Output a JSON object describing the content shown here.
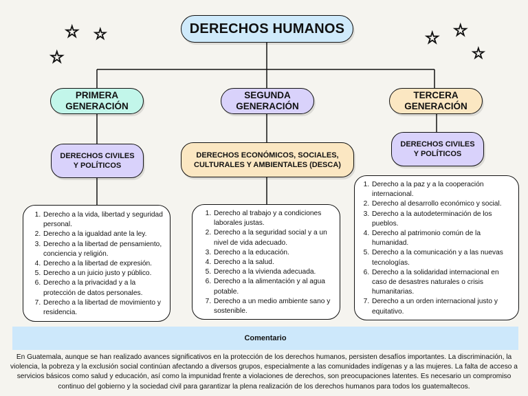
{
  "title": "DERECHOS HUMANOS",
  "generations": [
    {
      "label": "PRIMERA GENERACIÓN",
      "color": "#c2f6ea",
      "category": "DERECHOS CIVILES Y POLÍTICOS",
      "category_color": "#d9d2fb",
      "items": [
        "Derecho a la vida, libertad y seguridad personal.",
        "Derecho a la igualdad ante la ley.",
        "Derecho a la libertad de pensamiento, conciencia y religión.",
        "Derecho a la libertad de expresión.",
        "Derecho a un juicio justo y público.",
        "Derecho a la privacidad y a la protección de datos personales.",
        "Derecho a la libertad de movimiento y residencia."
      ]
    },
    {
      "label": "SEGUNDA GENERACIÓN",
      "color": "#d9d2fb",
      "category": "DERECHOS ECONÓMICOS, SOCIALES, CULTURALES Y AMBIENTALES (DESCA)",
      "category_color": "#fbe7c2",
      "items": [
        "Derecho al trabajo y a condiciones laborales justas.",
        "Derecho a la seguridad social y a un nivel de vida adecuado.",
        "Derecho a la educación.",
        "Derecho a la salud.",
        "Derecho a la vivienda adecuada.",
        "Derecho a la alimentación y al agua potable.",
        "Derecho a un medio ambiente sano y sostenible."
      ]
    },
    {
      "label": "TERCERA GENERACIÓN",
      "color": "#fbe7c2",
      "category": "DERECHOS CIVILES Y POLÍTICOS",
      "category_color": "#d9d2fb",
      "items": [
        "Derecho a la paz y a la cooperación internacional.",
        "Derecho al desarrollo económico y social.",
        "Derecho a la autodeterminación de los pueblos.",
        "Derecho al patrimonio común de la humanidad.",
        "Derecho a la comunicación y a las nuevas tecnologías.",
        "Derecho a la solidaridad internacional en caso de desastres naturales o crisis humanitarias.",
        "Derecho a un orden internacional justo y equitativo."
      ]
    }
  ],
  "comment": {
    "heading": "Comentario",
    "text": "En Guatemala, aunque se han realizado avances significativos en la protección de los derechos humanos, persisten desafíos importantes. La discriminación, la violencia, la pobreza y la exclusión social continúan afectando a diversos grupos, especialmente a las comunidades indígenas y a las mujeres. La falta de acceso a servicios básicos como salud y educación, así como la impunidad frente a violaciones de derechos, son preocupaciones latentes. Es necesario un compromiso continuo del gobierno y la sociedad civil para garantizar la plena realización de los derechos humanos para todos los guatemaltecos."
  },
  "colors": {
    "title_bg": "#cfeafb",
    "comment_bg": "#cde8fb",
    "list_bg": "#ffffff",
    "page_bg": "#f5f4ef"
  },
  "icons": [
    "star-icon"
  ]
}
